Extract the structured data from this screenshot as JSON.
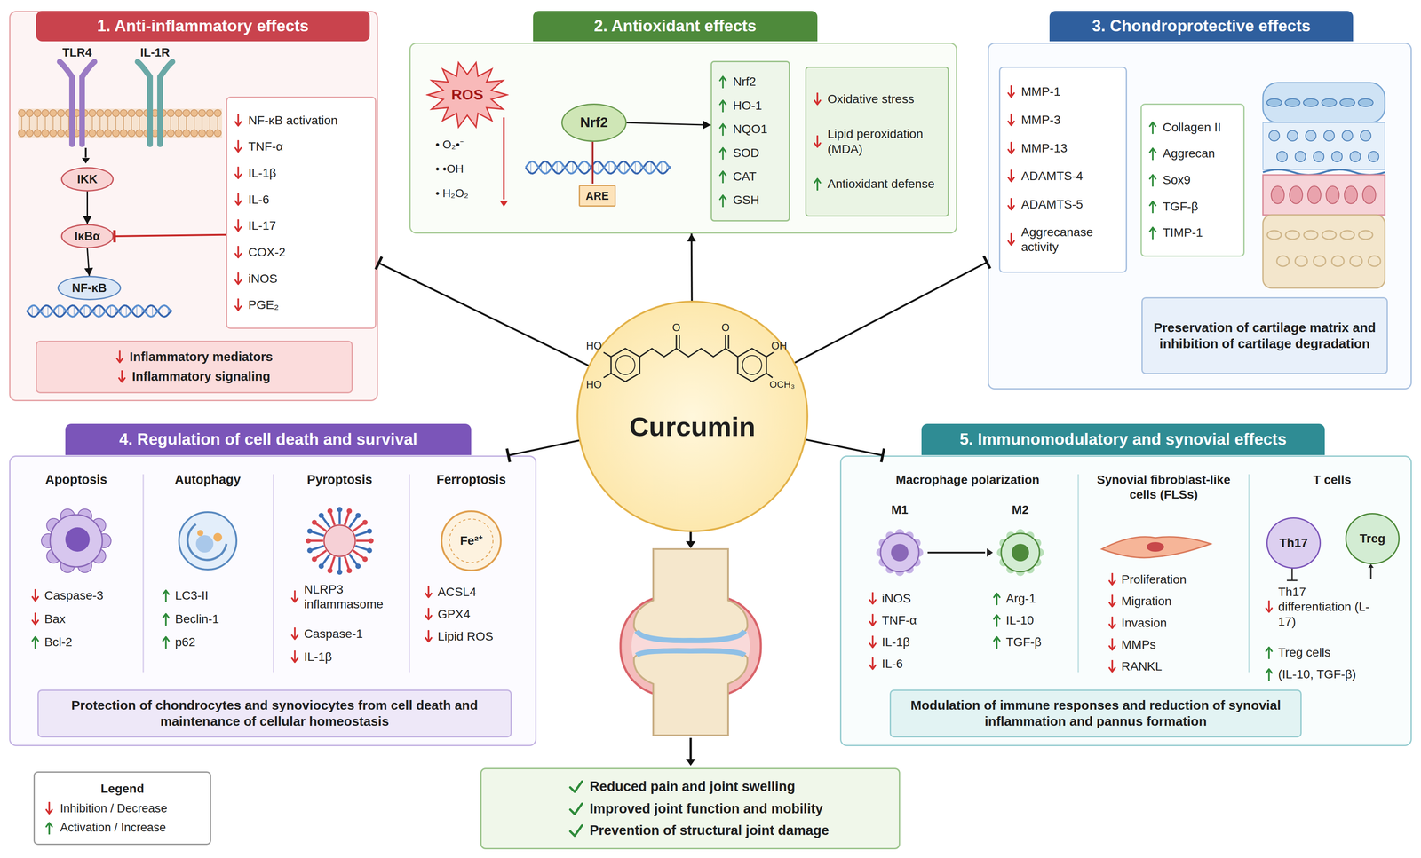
{
  "diagram": {
    "nodes": [
      {
        "text": [
          "1. Anti-inflammatory effects"
        ]
      },
      {
        "text": [
          "IKK"
        ],
        "in": 0
      },
      {
        "text": [
          "IκBα"
        ],
        "in": 0
      },
      {
        "text": [
          "NF-κB"
        ],
        "in": 0
      },
      {
        "text": [
          "NF-κB activation",
          "TNF-α",
          "IL-1β",
          "IL-6",
          "IL-17",
          "COX-2",
          "iNOS",
          "PGE₂"
        ],
        "in": 0
      },
      {
        "text": [
          "Inflammatory mediators",
          "Inflammatory signaling"
        ],
        "in": 0
      },
      {
        "text": [
          "2. Antioxidant effects"
        ]
      },
      {
        "text": [
          "ROS"
        ],
        "in": 6
      },
      {
        "text": [
          "Nrf2"
        ],
        "in": 6
      },
      {
        "text": [
          "ARE"
        ],
        "in": 6
      },
      {
        "text": [
          "Nrf2",
          "HO-1",
          "NQO1",
          "SOD",
          "CAT",
          "GSH"
        ],
        "in": 6
      },
      {
        "text": [
          "Oxidative stress",
          "Lipid peroxidation (MDA)",
          "Antioxidant defense"
        ],
        "in": 6
      },
      {
        "text": [
          "3. Chondroprotective effects"
        ]
      },
      {
        "text": [
          "MMP-1",
          "MMP-3",
          "MMP-13",
          "ADAMTS-4",
          "ADAMTS-5",
          "Aggrecanase activity"
        ],
        "in": 12
      },
      {
        "text": [
          "Collagen II",
          "Aggrecan",
          "Sox9",
          "TGF-β",
          "TIMP-1"
        ],
        "in": 12
      },
      {
        "text": [
          "Preservation of cartilage matrix and inhibition of cartilage degradation"
        ],
        "in": 12
      },
      {
        "text": [
          "Curcumin"
        ]
      },
      {
        "text": [
          "4. Regulation of cell death and survival"
        ]
      },
      {
        "text": [
          "Protection of chondrocytes and synoviocytes from cell death and maintenance of cellular homeostasis"
        ],
        "in": 17
      },
      {
        "text": [
          "5. Immunomodulatory and synovial effects"
        ]
      },
      {
        "text": [
          "Th17"
        ],
        "in": 19
      },
      {
        "text": [
          "Treg"
        ],
        "in": 19
      },
      {
        "text": [
          "Modulation of immune responses and reduction of synovial inflammation and pannus formation"
        ],
        "in": 19
      },
      {
        "text": [
          "Reduced pain and joint swelling",
          "Improved joint function and mobility",
          "Prevention of structural joint damage"
        ]
      },
      {
        "text": [
          "Legend"
        ]
      }
    ],
    "edges": [
      {
        "from": 1,
        "to": 2,
        "arrow": "to"
      },
      {
        "from": 2,
        "to": 3,
        "arrow": "to"
      },
      {
        "from": 4,
        "to": 2,
        "arrow": "to"
      },
      {
        "from": 8,
        "to": 10,
        "arrow": "to"
      },
      {
        "from": 16,
        "to": 0,
        "arrow": "to"
      },
      {
        "from": 16,
        "to": 6,
        "arrow": "to"
      },
      {
        "from": 16,
        "to": 12,
        "arrow": "to"
      },
      {
        "from": 16,
        "to": 17,
        "arrow": "to"
      },
      {
        "from": 16,
        "to": 19,
        "arrow": "to"
      }
    ],
    "labels": [
      "TLR4",
      "IL-1R",
      "• O₂•⁻",
      "• •OH",
      "• H₂O₂",
      "HO",
      "HO",
      "O",
      "O",
      "OH",
      "OCH₃",
      "Apoptosis",
      "Caspase-3",
      "Bax",
      "Bcl-2",
      "Autophagy",
      "LC3-II",
      "Beclin-1",
      "p62",
      "Pyroptosis",
      "NLRP3 inflammasome",
      "Caspase-1",
      "IL-1β",
      "Ferroptosis",
      "Fe²⁺",
      "ACSL4",
      "GPX4",
      "Lipid ROS",
      "Macrophage polarization",
      "M1",
      "M2",
      "iNOS",
      "TNF-α",
      "IL-1β",
      "IL-6",
      "Arg-1",
      "IL-10",
      "TGF-β",
      "Synovial fibroblast-like cells (FLSs)",
      "Proliferation",
      "Migration",
      "Invasion",
      "MMPs",
      "RANKL",
      "T cells",
      "Th17 differentiation (L-17)",
      "Treg cells",
      "(IL-10, TGF-β)"
    ],
    "legend": [
      {
        "text": "Inhibition / Decrease",
        "color": "#d32f2f"
      },
      {
        "text": "Activation / Increase",
        "color": "#2e8b3a"
      }
    ]
  }
}
